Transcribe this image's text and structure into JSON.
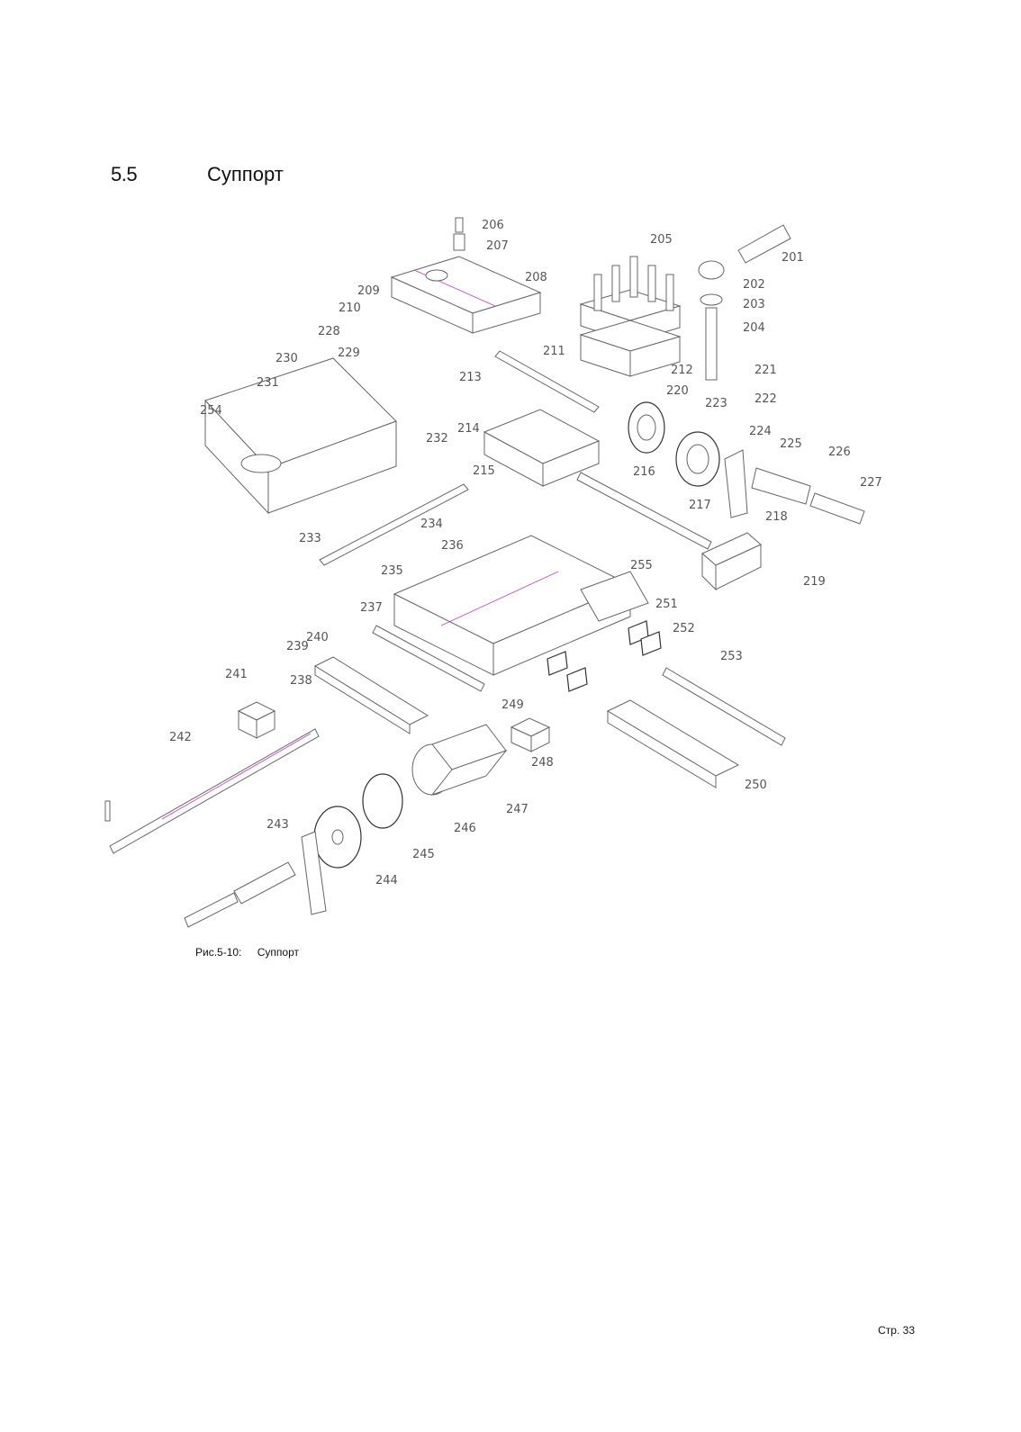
{
  "header": {
    "section_number": "5.5",
    "section_title": "Суппорт"
  },
  "figure": {
    "caption_label": "Рис.5-10:",
    "caption_title": "Суппорт",
    "part_labels": [
      "201",
      "202",
      "203",
      "204",
      "205",
      "206",
      "207",
      "208",
      "209",
      "210",
      "211",
      "212",
      "213",
      "214",
      "215",
      "216",
      "217",
      "218",
      "219",
      "220",
      "221",
      "222",
      "223",
      "224",
      "225",
      "226",
      "227",
      "228",
      "229",
      "230",
      "231",
      "232",
      "233",
      "234",
      "235",
      "236",
      "237",
      "238",
      "239",
      "240",
      "241",
      "242",
      "243",
      "244",
      "245",
      "246",
      "247",
      "248",
      "249",
      "250",
      "251",
      "252",
      "253",
      "254",
      "255"
    ]
  },
  "footer": {
    "page_number": "Стр. 33"
  }
}
